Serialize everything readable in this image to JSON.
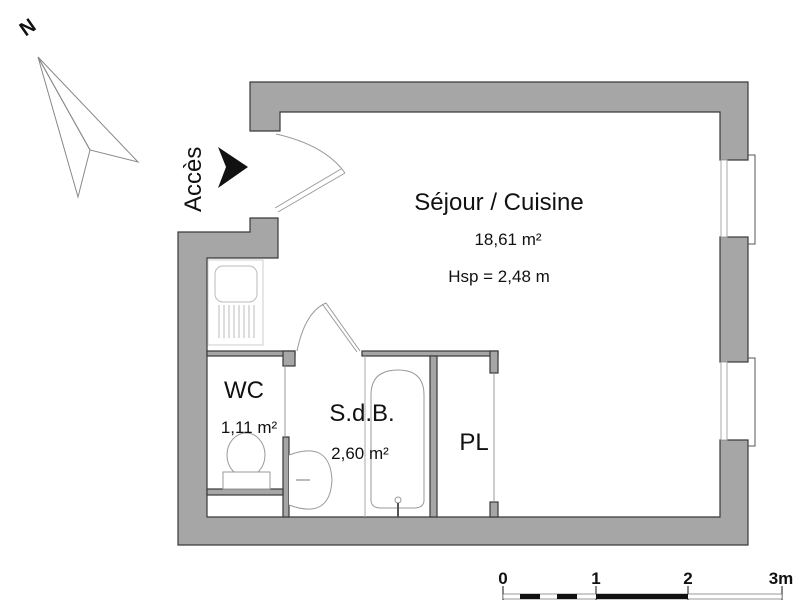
{
  "plan": {
    "compass": {
      "label": "N"
    },
    "access": {
      "label": "Accès"
    },
    "rooms": {
      "sejour": {
        "name": "Séjour / Cuisine",
        "area": "18,61 m²",
        "height": "Hsp = 2,48 m"
      },
      "wc": {
        "name": "WC",
        "area": "1,11 m²"
      },
      "sdb": {
        "name": "S.d.B.",
        "area": "2,60 m²"
      },
      "pl": {
        "name": "PL"
      }
    },
    "scale": {
      "ticks": [
        "0",
        "1",
        "2",
        "3m"
      ]
    },
    "colors": {
      "wall": "#a6a6a6",
      "wall_outline": "#3a3a3a",
      "fixture": "#9a9a9a",
      "text": "#111111"
    }
  }
}
